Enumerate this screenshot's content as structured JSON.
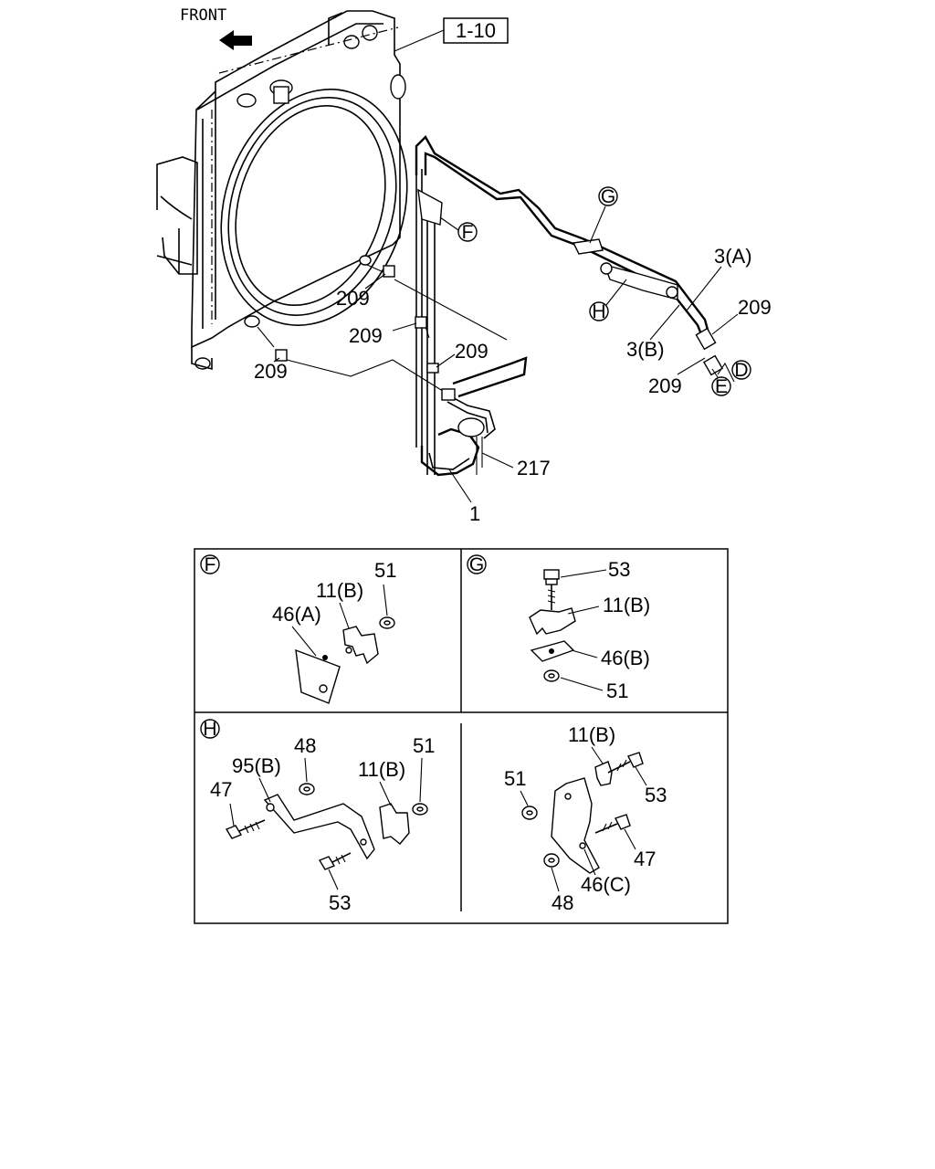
{
  "front_label": "FRONT",
  "ref_box": "1-10",
  "main_callouts": {
    "g": "G",
    "f": "F",
    "h": "H",
    "d": "D",
    "e": "E",
    "p3a": "3(A)",
    "p3b": "3(B)",
    "p209_a": "209",
    "p209_b": "209",
    "p209_c": "209",
    "p209_d": "209",
    "p209_e": "209",
    "p209_f": "209",
    "p217": "217",
    "p1": "1"
  },
  "detail_f": {
    "title": "F",
    "p51": "51",
    "p11b": "11(B)",
    "p46a": "46(A)"
  },
  "detail_g": {
    "title": "G",
    "p53": "53",
    "p11b": "11(B)",
    "p46b": "46(B)",
    "p51": "51"
  },
  "detail_h_left": {
    "title": "H",
    "p48": "48",
    "p51": "51",
    "p95b": "95(B)",
    "p11b": "11(B)",
    "p47": "47",
    "p53": "53"
  },
  "detail_h_right": {
    "p11b": "11(B)",
    "p51": "51",
    "p53": "53",
    "p47": "47",
    "p46c": "46(C)",
    "p48": "48"
  }
}
